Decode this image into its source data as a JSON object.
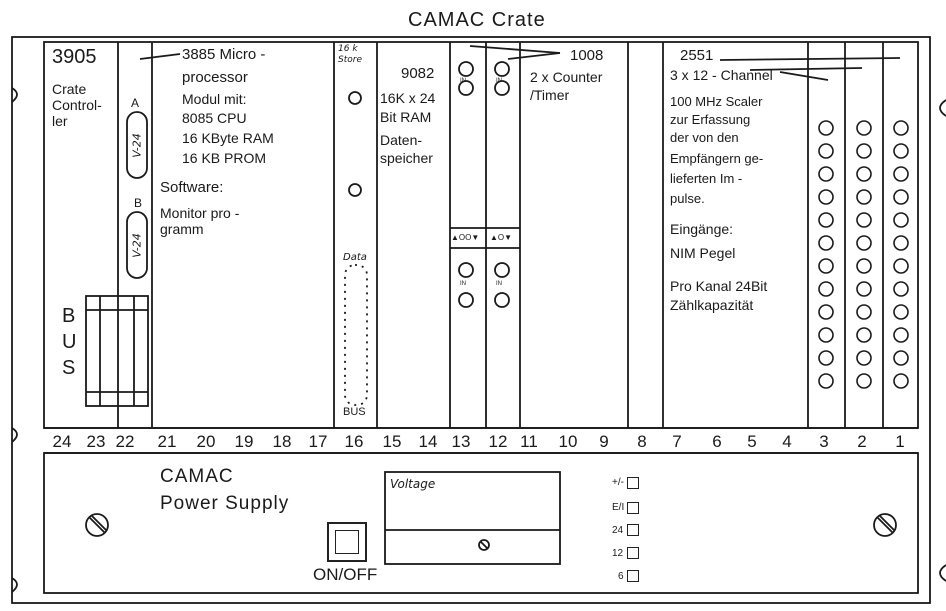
{
  "diagram": {
    "title": "CAMAC Crate",
    "crate_controller": {
      "number": "3905",
      "name_lines": [
        "Crate",
        "Control-",
        "ler"
      ],
      "port_a_label": "A",
      "port_b_label": "B",
      "port_a_connector": "V-24",
      "port_b_connector": "V-24",
      "bus_letters": [
        "B",
        "U",
        "S"
      ]
    },
    "microprocessor": {
      "lines": [
        "3885 Micro -",
        "processor",
        "Modul mit:",
        "8085 CPU",
        "16 KByte RAM",
        "16 KB PROM"
      ],
      "software_lines": [
        "Software:",
        "Monitor pro -",
        "gramm"
      ]
    },
    "store_module": {
      "tag_lines": [
        "16 k",
        "Store"
      ],
      "data_label": "Data",
      "bus_label": "BUS"
    },
    "ram_module": {
      "lines": [
        "9082",
        "16K x 24",
        "Bit RAM",
        "Daten-",
        "speicher"
      ]
    },
    "counter_module": {
      "lines": [
        "1008",
        "2 x Counter",
        "/Timer"
      ],
      "in_label": "IN",
      "arrow_label_left": "▲OO▼",
      "arrow_label_right": "▲O▼"
    },
    "scaler_module": {
      "lines": [
        "2551",
        "3 x 12 - Channel",
        "100 MHz Scaler",
        "zur Erfassung",
        "der von den",
        "Empfängern ge-",
        "lieferten Im -",
        "pulse.",
        "Eingänge:",
        "NIM  Pegel",
        "Pro Kanal 24Bit",
        "Zählkapazität"
      ]
    },
    "slot_numbers": [
      "24",
      "23",
      "22",
      "21",
      "20",
      "19",
      "18",
      "17",
      "16",
      "15",
      "14",
      "13",
      "12",
      "11",
      "10",
      "9",
      "8",
      "7",
      "6",
      "5",
      "4",
      "3",
      "2",
      "1"
    ],
    "power_supply": {
      "title_lines": [
        "CAMAC",
        "Power Supply"
      ],
      "switch_label": "ON/OFF",
      "meter_label": "Voltage",
      "indicators": [
        "+/-",
        "E/I",
        "24",
        "12",
        "6"
      ]
    }
  }
}
